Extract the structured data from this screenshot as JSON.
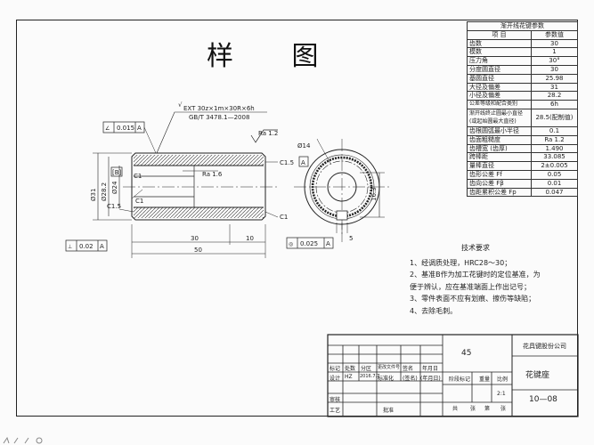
{
  "drawing": {
    "title": "样 图",
    "spline_spec": "EXT 30z×1m×30R×6h",
    "standard": "GB/T 3478.1—2008",
    "tol_015": "0.015",
    "tol_002": "0.02",
    "tol_0025": "0.025",
    "datum": "A",
    "datum_b": "[B]",
    "ra12": "Ra 1.2",
    "ra16": "Ra 1.6",
    "c15a": "C1.5",
    "c15b": "C1.5",
    "c1a": "C1",
    "c1b": "C1",
    "c1c": "C1",
    "dim_31": "Ø31",
    "dim_282": "Ø28.2",
    "dim_24": "Ø24",
    "dim_30": "30",
    "dim_10": "10",
    "dim_50": "50",
    "dim_14": "Ø14",
    "dim_163": "16.3",
    "dim_5": "5",
    "sym": "√"
  },
  "param_table": {
    "title": "渐开线花键参数",
    "header": [
      "项 目",
      "参数值"
    ],
    "rows": [
      [
        "齿数",
        "30"
      ],
      [
        "模数",
        "1"
      ],
      [
        "压力角",
        "30°"
      ],
      [
        "分度圆直径",
        "30"
      ],
      [
        "基圆直径",
        "25.98"
      ],
      [
        "大径及偏差",
        "31"
      ],
      [
        "小径及偏差",
        "28.2"
      ],
      [
        "公差等级和配合类别",
        "6h"
      ],
      [
        "渐开线终止圆最小直径(或起始圆最大直径)",
        "28.5(配制值)"
      ],
      [
        "齿根圆弧最小半径",
        "0.1"
      ],
      [
        "齿面粗糙度",
        "Ra 1.2"
      ],
      [
        "齿槽宽 (齿厚)",
        "1.490"
      ],
      [
        "跨棒距",
        "33.085"
      ],
      [
        "量棒直径",
        "2±0.005"
      ],
      [
        "齿形公差 Ff",
        "0.05"
      ],
      [
        "齿向公差 Fβ",
        "0.01"
      ],
      [
        "齿距累积公差 Fp",
        "0.047"
      ]
    ]
  },
  "tech": {
    "title": "技术要求",
    "items": [
      "1、经调质处理，HRC28～30；",
      "2、基准B作为加工花键时的定位基准，为",
      "便于辨认，应在基准端面上作出记号；",
      "3、零件表面不应有划痕、擦伤等缺陷；",
      "4、去除毛刺。"
    ]
  },
  "title_block": {
    "company": "花具键股份公司",
    "part_name": "花键座",
    "drawing_no": "10—08",
    "material": "45",
    "scale": "2:1",
    "labels": [
      "标记",
      "处数",
      "分区",
      "更改文件号",
      "签名",
      "年月日"
    ],
    "labels2": [
      "设计",
      "标准化",
      "审核",
      "工艺",
      "批准"
    ],
    "stage": "阶段标记",
    "weight": "重量",
    "ratio": "比例",
    "sheet_info": [
      "共",
      "张",
      "第",
      "张"
    ],
    "row_vals": [
      "HZ",
      "2016.7.7",
      "(签名)",
      "(年月日)"
    ]
  }
}
